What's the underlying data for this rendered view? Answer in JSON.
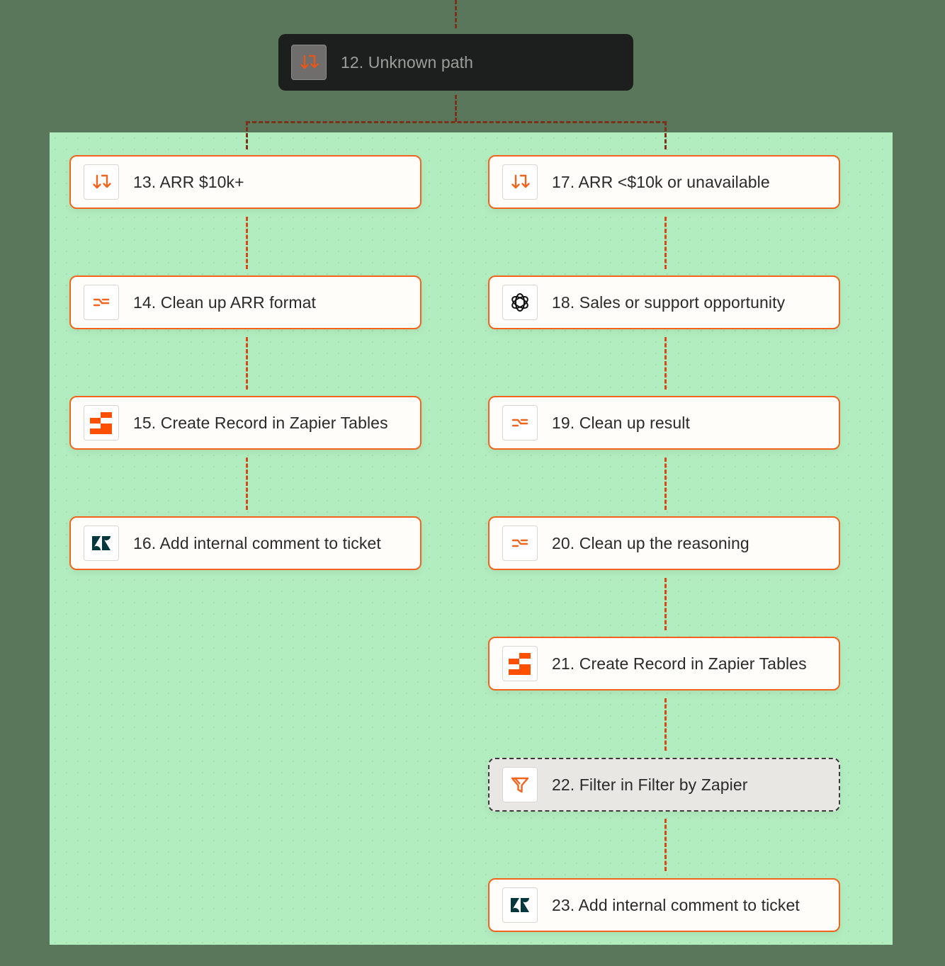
{
  "colors": {
    "accent": "#f0641e",
    "background": "#5a775c",
    "panel": "#b2edbf",
    "connector": "#d54a1c"
  },
  "header_node": {
    "label": "12. Unknown path",
    "icon": "split-path-icon"
  },
  "left_branch": [
    {
      "label": "13. ARR $10k+",
      "icon": "split-path-icon"
    },
    {
      "label": "14. Clean up ARR format",
      "icon": "formatter-icon"
    },
    {
      "label": "15. Create Record in Zapier Tables",
      "icon": "zapier-tables-icon"
    },
    {
      "label": "16. Add internal comment to ticket",
      "icon": "zendesk-icon"
    }
  ],
  "right_branch": [
    {
      "label": "17. ARR <$10k or unavailable",
      "icon": "split-path-icon"
    },
    {
      "label": "18. Sales or support opportunity",
      "icon": "openai-icon"
    },
    {
      "label": "19. Clean up result",
      "icon": "formatter-icon"
    },
    {
      "label": "20. Clean up the reasoning",
      "icon": "formatter-icon"
    },
    {
      "label": "21. Create Record in Zapier Tables",
      "icon": "zapier-tables-icon"
    },
    {
      "label": "22. Filter in Filter by Zapier",
      "icon": "filter-icon"
    },
    {
      "label": "23. Add internal comment to ticket",
      "icon": "zendesk-icon"
    }
  ]
}
